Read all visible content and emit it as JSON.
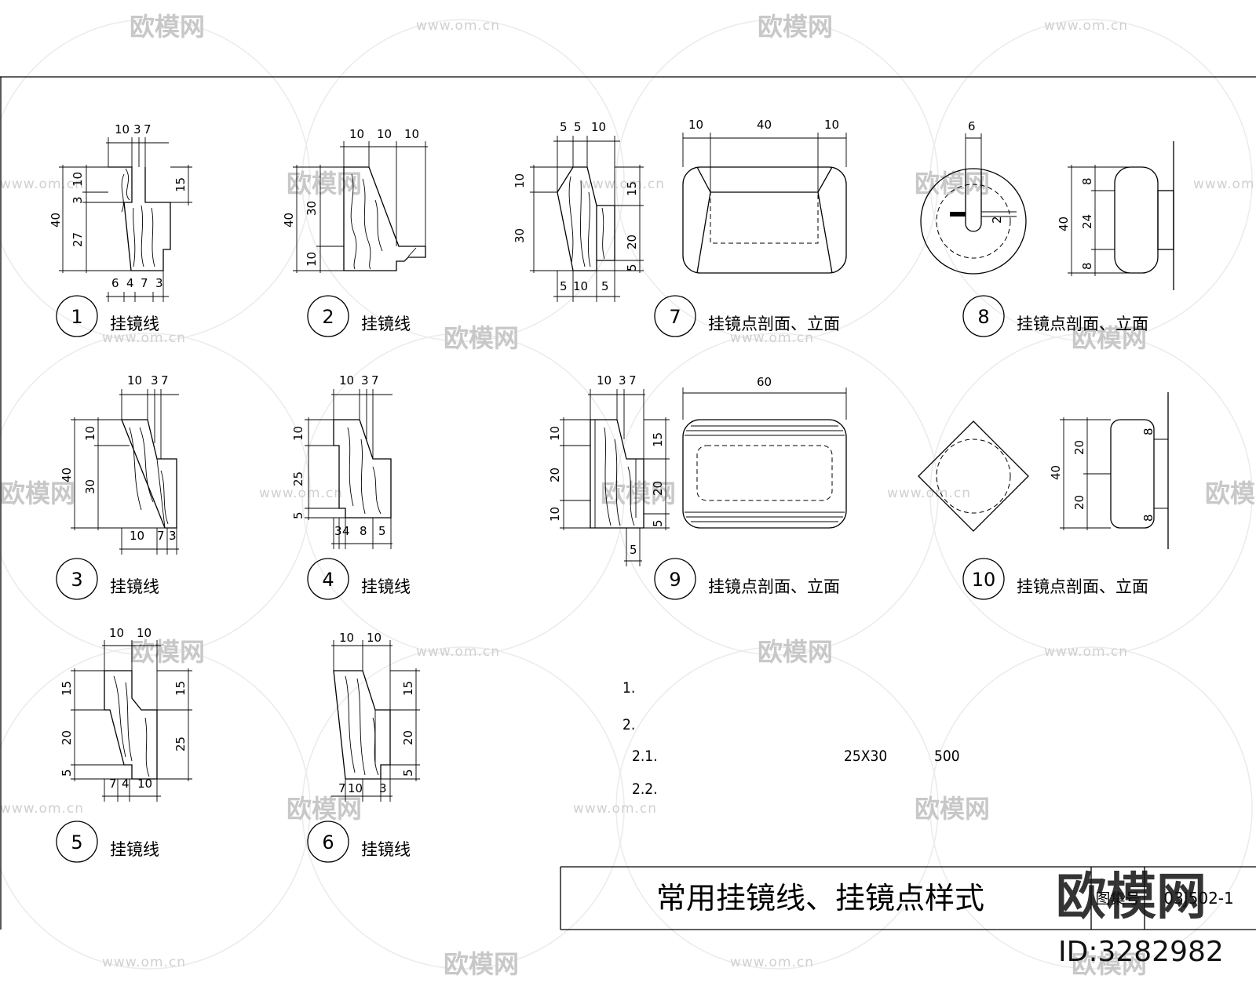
{
  "title": "常用挂镜线、挂镜点样式",
  "title_block": {
    "drawing_no_label": "图集号",
    "drawing_no": "03J502-1"
  },
  "watermark": {
    "brand": "欧模网",
    "url": "www.om.cn",
    "big_brand": "欧模网",
    "id": "ID:3282982"
  },
  "details": [
    {
      "num": "1",
      "label": "挂镜线",
      "dims": [
        "10",
        "3",
        "7",
        "40",
        "10",
        "3",
        "27",
        "15",
        "6",
        "4",
        "7",
        "3"
      ]
    },
    {
      "num": "2",
      "label": "挂镜线",
      "dims": [
        "10",
        "10",
        "10",
        "40",
        "30",
        "10"
      ]
    },
    {
      "num": "3",
      "label": "挂镜线",
      "dims": [
        "10",
        "3",
        "7",
        "40",
        "10",
        "30",
        "10",
        "7",
        "3"
      ]
    },
    {
      "num": "4",
      "label": "挂镜线",
      "dims": [
        "10",
        "3",
        "7",
        "10",
        "25",
        "5",
        "3",
        "4",
        "8",
        "5"
      ]
    },
    {
      "num": "5",
      "label": "挂镜线",
      "dims": [
        "10",
        "10",
        "15",
        "20",
        "5",
        "15",
        "25",
        "7",
        "4",
        "10"
      ]
    },
    {
      "num": "6",
      "label": "挂镜线",
      "dims": [
        "10",
        "10",
        "15",
        "20",
        "5",
        "7",
        "10",
        "3"
      ]
    },
    {
      "num": "7",
      "label": "挂镜点剖面、立面",
      "dims": [
        "5",
        "5",
        "10",
        "10",
        "30",
        "15",
        "20",
        "5",
        "5",
        "10",
        "5",
        "10",
        "40",
        "10"
      ]
    },
    {
      "num": "8",
      "label": "挂镜点剖面、立面",
      "dims": [
        "6",
        "2",
        "40",
        "8",
        "24",
        "8"
      ]
    },
    {
      "num": "9",
      "label": "挂镜点剖面、立面",
      "dims": [
        "10",
        "3",
        "7",
        "10",
        "20",
        "10",
        "15",
        "20",
        "5",
        "5",
        "60"
      ]
    },
    {
      "num": "10",
      "label": "挂镜点剖面、立面",
      "dims": [
        "40",
        "20",
        "20",
        "8",
        "8"
      ]
    }
  ],
  "notes": [
    {
      "id": "1.",
      "text": ""
    },
    {
      "id": "2.",
      "text": ""
    },
    {
      "id": "2.1.",
      "text": "",
      "values": [
        "25X30",
        "500"
      ]
    },
    {
      "id": "2.2.",
      "text": ""
    }
  ]
}
